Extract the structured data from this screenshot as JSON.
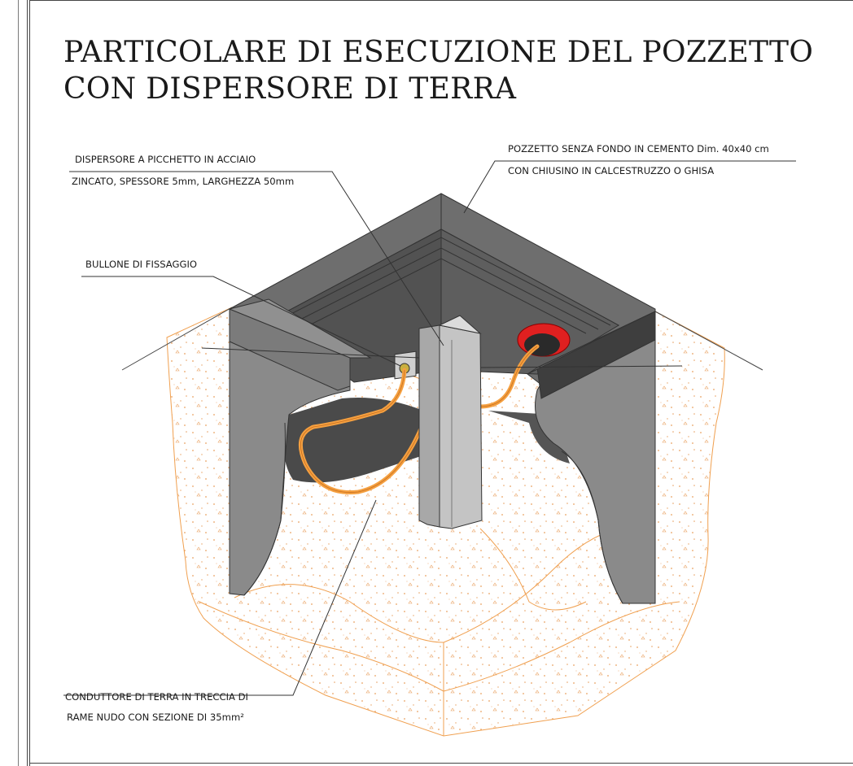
{
  "title": {
    "line1": "PARTICOLARE DI ESECUZIONE DEL POZZETTO",
    "line2": "CON DISPERSORE DI TERRA"
  },
  "labels": {
    "dispersore": {
      "line1": "DISPERSORE A PICCHETTO IN ACCIAIO",
      "line2": "ZINCATO, SPESSORE 5mm, LARGHEZZA 50mm"
    },
    "pozzetto": {
      "line1": "POZZETTO SENZA FONDO IN CEMENTO Dim. 40x40 cm",
      "line2": "CON CHIUSINO IN CALCESTRUZZO O GHISA"
    },
    "bullone": {
      "line1": "BULLONE DI FISSAGGIO"
    },
    "conduttore": {
      "line1": "CONDUTTORE DI TERRA IN TRECCIA DI",
      "line2": "RAME NUDO CON SEZIONE DI 35mm²"
    }
  },
  "colors": {
    "concrete_top": "#7b7b7b",
    "concrete_inner": "#5e5e5e",
    "concrete_dark": "#3e3e3e",
    "concrete_side": "#8a8a8a",
    "soil_outline": "#f0a050",
    "cable": "#f5a040",
    "cap": "#e02020",
    "steel": "#b8b8b8"
  }
}
